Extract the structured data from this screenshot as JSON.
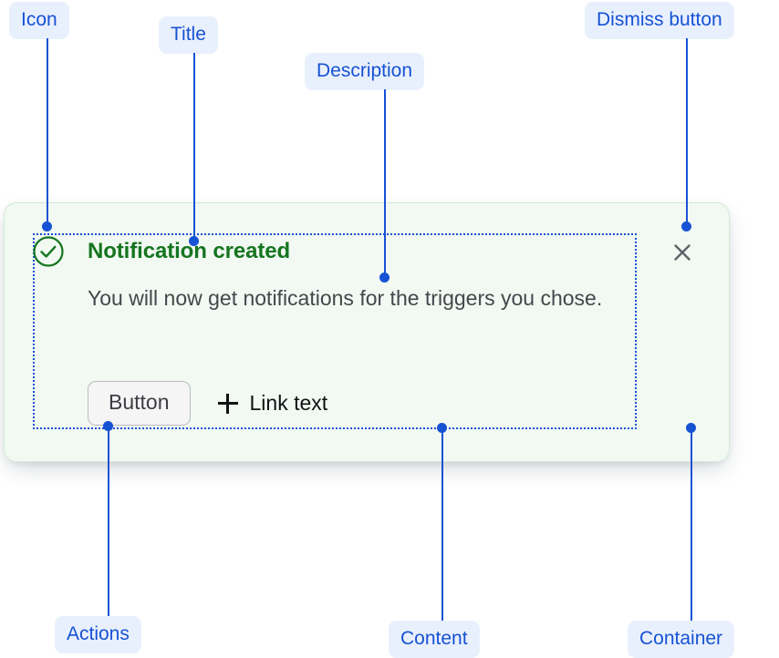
{
  "annotations": [
    {
      "id": "icon",
      "label": "Icon"
    },
    {
      "id": "title",
      "label": "Title"
    },
    {
      "id": "description",
      "label": "Description"
    },
    {
      "id": "dismiss-button",
      "label": "Dismiss button"
    },
    {
      "id": "actions",
      "label": "Actions"
    },
    {
      "id": "content",
      "label": "Content"
    },
    {
      "id": "container",
      "label": "Container"
    }
  ],
  "toast": {
    "status": "success",
    "icon": "check-circle-icon",
    "title": "Notification created",
    "description": "You will now get notifications for the triggers you chose.",
    "actions": {
      "button_label": "Button",
      "link_icon": "plus-icon",
      "link_label": "Link text"
    },
    "dismiss": {
      "icon": "close-icon"
    }
  },
  "colors": {
    "annotation_blue": "#1652d4",
    "annotation_chip_bg": "#e9f0fd",
    "success_bg": "#f1f9f2",
    "success_border": "#d5e9d9",
    "success_green": "#15751f",
    "body_text": "#44474c",
    "dismiss_gray": "#5f6368"
  }
}
